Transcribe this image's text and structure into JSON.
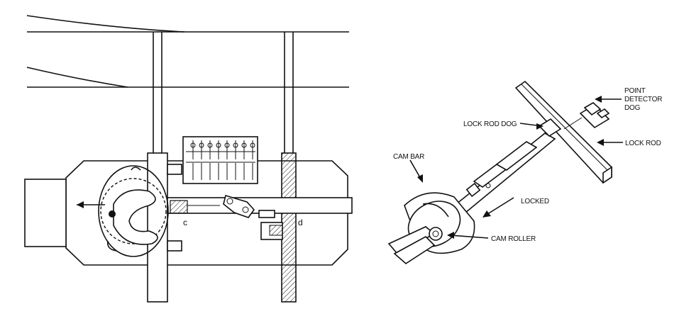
{
  "left_diagram": {
    "labels": {
      "c": "c",
      "d": "d"
    }
  },
  "right_diagram": {
    "labels": {
      "point_detector_dog": [
        "POINT",
        "DETECTOR",
        "DOG"
      ],
      "lock_rod_dog": "LOCK ROD DOG",
      "lock_rod": "LOCK ROD",
      "cam_bar": "CAM BAR",
      "locked": "LOCKED",
      "cam_roller": "CAM ROLLER"
    }
  }
}
